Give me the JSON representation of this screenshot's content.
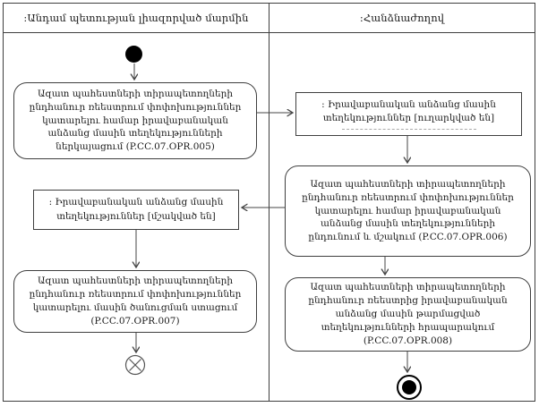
{
  "diagram": {
    "lanes": {
      "left_title": ":Անդամ պետության լիազորված մարմին",
      "right_title": ":Հանձնաժողով"
    },
    "activities": {
      "opr005": "Ազատ պահեստների տիրապետողների ընդհանուր ռեեստրում փոփոխություններ կատարելու համար իրավաբանական անձանց մասին տեղեկությունների ներկայացում (P.CC.07.OPR.005)",
      "opr006": "Ազատ պահեստների տիրապետողների ընդհանուր ռեեստրում փոփոխություններ կատարելու համար իրավաբանական անձանց մասին տեղեկությունների ընդունում և մշակում (P.CC.07.OPR.006)",
      "opr007": "Ազատ պահեստների տիրապետողների ընդհանուր ռեեստրում փոփոխություններ կատարելու մասին ծանուցման ստացում (P.CC.07.OPR.007)",
      "opr008": "Ազատ պահեստների տիրապետողների ընդհանուր ռեեստրից իրավաբանական անձանց մասին թարմացված տեղեկությունների հրապարակում (P.CC.07.OPR.008)"
    },
    "objects": {
      "sent": ": Իրավաբանական անձանց մասին տեղեկություններ [ուղարկված են]",
      "processed": ": Իրավաբանական անձանց մասին տեղեկություններ [մշակված են]"
    },
    "colors": {
      "line": "#3f3f3f",
      "arrow": "#444444",
      "node_fill": "#000000",
      "background": "#ffffff",
      "dash": "#aaaaaa"
    }
  }
}
